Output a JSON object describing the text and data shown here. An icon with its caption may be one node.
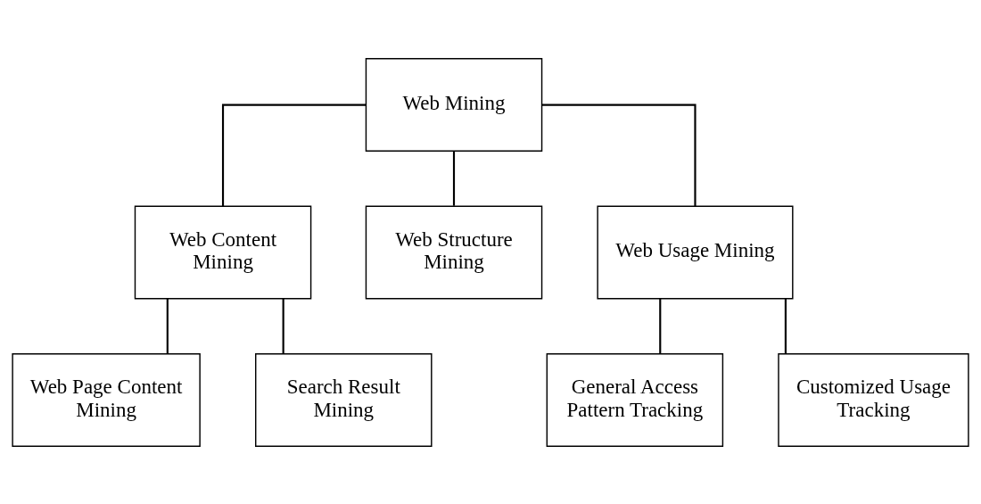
{
  "diagram": {
    "nodes": [
      {
        "text": [
          "Web Mining"
        ]
      },
      {
        "text": [
          "Web Content Mining"
        ]
      },
      {
        "text": [
          "Web Structure Mining"
        ]
      },
      {
        "text": [
          "Web Usage Mining"
        ]
      },
      {
        "text": [
          "Web Page Content Mining"
        ]
      },
      {
        "text": [
          "Search Result Mining"
        ]
      },
      {
        "text": [
          "General Access Pattern Tracking"
        ]
      },
      {
        "text": [
          "Customized Usage Tracking"
        ]
      }
    ],
    "edges": [
      {
        "from": 0,
        "to": 1,
        "arrow": "none"
      },
      {
        "from": 0,
        "to": 2,
        "arrow": "none"
      },
      {
        "from": 0,
        "to": 3,
        "arrow": "none"
      },
      {
        "from": 1,
        "to": 4,
        "arrow": "none"
      },
      {
        "from": 1,
        "to": 5,
        "arrow": "none"
      },
      {
        "from": 3,
        "to": 6,
        "arrow": "none"
      },
      {
        "from": 3,
        "to": 7,
        "arrow": "none"
      }
    ]
  }
}
